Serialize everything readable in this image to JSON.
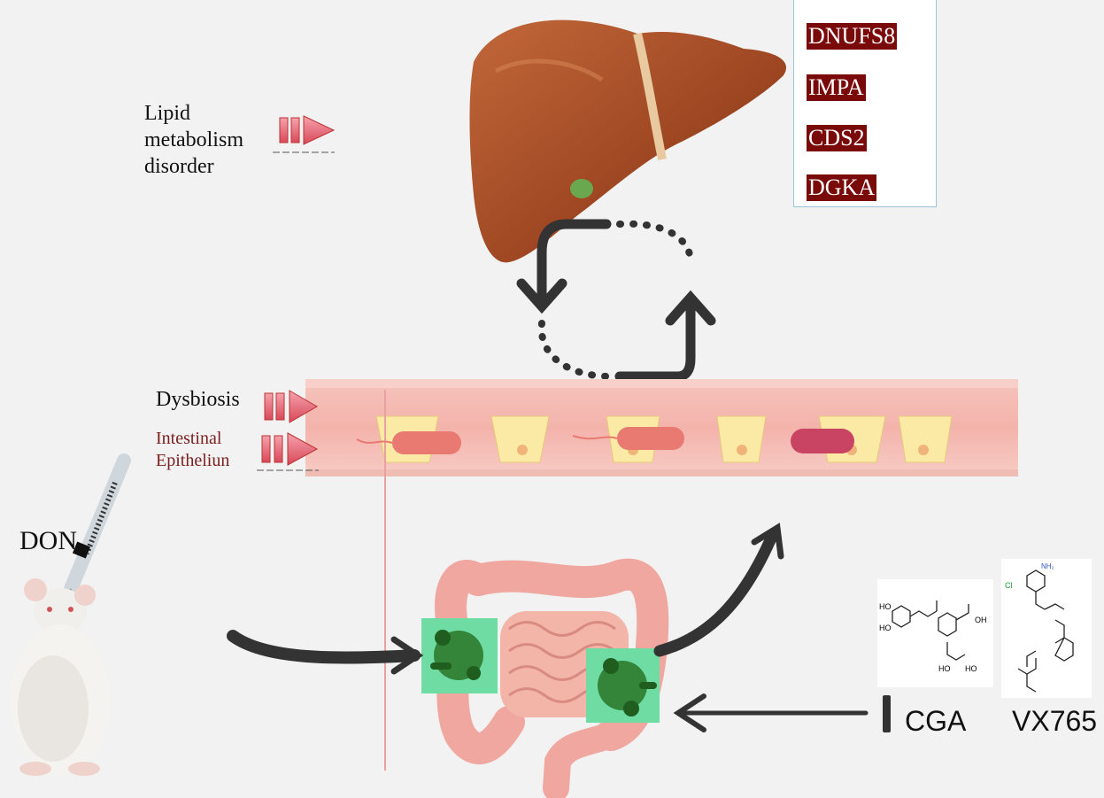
{
  "labels": {
    "lipid": "Lipid metabolism disorder",
    "lipid_lines": [
      "Lipid",
      "metabolism",
      "disorder"
    ],
    "dysbiosis": "Dysbiosis",
    "epithelium_lines": [
      "Intestinal",
      "Epitheliun"
    ],
    "don": "DON",
    "cga": "CGA",
    "vx765": "VX765"
  },
  "genes": [
    "DNUFS8",
    "IMPA",
    "CDS2",
    "DGKA"
  ],
  "chem_labels": {
    "cga_ho1": "HO",
    "cga_ho2": "HO",
    "cga_oh": "OH",
    "cga_ho3": "HO",
    "cga_ho4": "HO",
    "vx_cl": "Cl",
    "vx_nh2": "NH₂"
  },
  "colors": {
    "gene_bg": "#7a0a0a",
    "arrow": "#333333",
    "play_icon": "#e8707e",
    "microbe_box": "#6fdca4",
    "liver": "#a9502a",
    "intestine": "#f0a7a0"
  },
  "icons": [
    "play-forward-icon",
    "syringe-icon",
    "rat-icon",
    "liver-icon",
    "intestine-icon",
    "microbe-icon",
    "inhibitor-bar-icon"
  ]
}
